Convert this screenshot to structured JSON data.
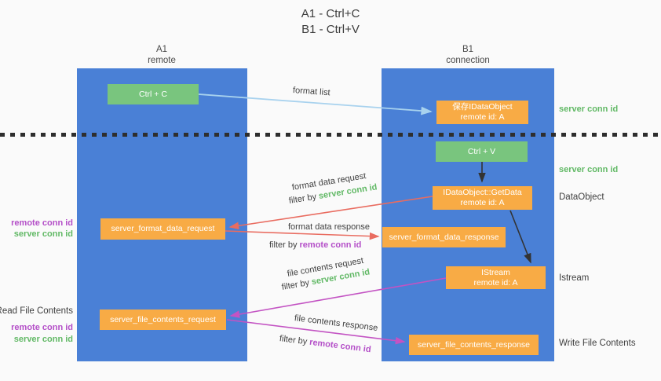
{
  "title": {
    "line1": "A1 - Ctrl+C",
    "line2": "B1 - Ctrl+V"
  },
  "columns": {
    "left": {
      "name": "A1",
      "role": "remote"
    },
    "right": {
      "name": "B1",
      "role": "connection"
    }
  },
  "nodes": {
    "ctrl_c": {
      "label": "Ctrl + C"
    },
    "save_idataobject": {
      "line1": "保存IDataObject",
      "line2": "remote id: A"
    },
    "ctrl_v": {
      "label": "Ctrl + V"
    },
    "getdata": {
      "line1": "IDataObject::GetData",
      "line2": "remote id: A"
    },
    "server_format_data_request": {
      "label": "server_format_data_request"
    },
    "server_format_data_response": {
      "label": "server_format_data_response"
    },
    "istream": {
      "line1": "IStream",
      "line2": "remote id: A"
    },
    "server_file_contents_request": {
      "label": "server_file_contents_request"
    },
    "server_file_contents_response": {
      "label": "server_file_contents_response"
    }
  },
  "edges": {
    "format_list": {
      "label": "format list"
    },
    "format_data_request": {
      "label": "format data request",
      "filter_prefix": "filter by ",
      "filter_key": "server conn id"
    },
    "format_data_response": {
      "label": "format data response",
      "filter_prefix": "filter by ",
      "filter_key": "remote conn id"
    },
    "file_contents_request": {
      "label": "file contents request",
      "filter_prefix": "filter by ",
      "filter_key": "server conn id"
    },
    "file_contents_response": {
      "label": "file contents response",
      "filter_prefix": "filter by ",
      "filter_key": "remote conn id"
    }
  },
  "annotations": {
    "right": {
      "save_conn": "server conn id",
      "paste_conn": "server conn id",
      "dataobject": "DataObject",
      "istream": "Istream",
      "write_file": "Write File Contents"
    },
    "left": {
      "format_remote": "remote conn id",
      "format_server": "server conn id",
      "read_file": "Read File Contents",
      "file_remote": "remote conn id",
      "file_server": "server conn id"
    }
  },
  "colors": {
    "column_blue": "#4a80d6",
    "box_orange": "#f8ab45",
    "button_green": "#79c57e",
    "arrow_light_blue": "#a8d2ee",
    "arrow_red": "#e96c60",
    "arrow_magenta": "#c353c3",
    "arrow_black": "#333333",
    "text_green": "#62b966",
    "text_purple": "#b44fc8",
    "text_dark": "#3f3f3f"
  }
}
